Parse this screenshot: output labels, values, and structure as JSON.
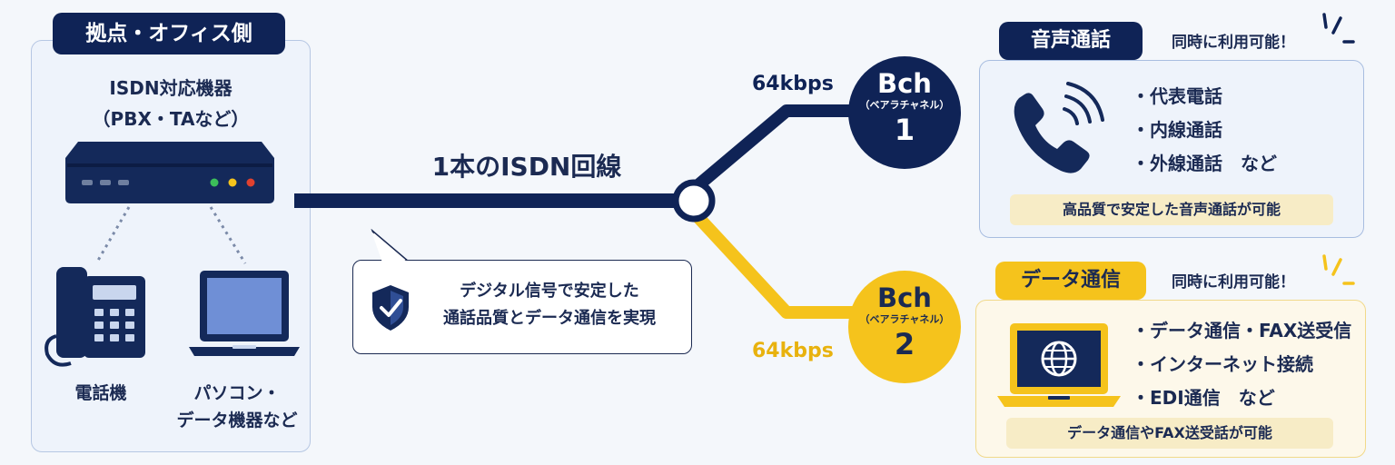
{
  "site": {
    "title": "拠点・オフィス側",
    "device_title": "ISDN対応機器",
    "device_sub": "（PBX・TAなど）",
    "phone_label": "電話機",
    "pc_label_1": "パソコン・",
    "pc_label_2": "データ機器など"
  },
  "line": {
    "label": "1本のISDN回線",
    "callout_1": "デジタル信号で安定した",
    "callout_2": "通話品質とデータ通信を実現"
  },
  "channels": {
    "b1": {
      "label": "Bch",
      "sub": "（ベアラチャネル）",
      "num": "1",
      "speed": "64kbps"
    },
    "b2": {
      "label": "Bch",
      "sub": "（ベアラチャネル）",
      "num": "2",
      "speed": "64kbps"
    }
  },
  "voice": {
    "title": "音声通話",
    "simultaneous": "同時に利用可能！",
    "items": [
      "・代表電話",
      "・内線通話",
      "・外線通話　など"
    ],
    "note": "高品質で安定した音声通話が可能"
  },
  "data": {
    "title": "データ通信",
    "simultaneous": "同時に利用可能！",
    "items": [
      "・データ通信・FAX送受信",
      "・インターネット接続",
      "・EDI通信　など"
    ],
    "note": "データ通信やFAX送受話が可能"
  },
  "colors": {
    "navy": "#0f2356",
    "yellow": "#f5c31c",
    "panel_border": "#b6c7e3"
  },
  "icons": [
    "router-icon",
    "desk-phone-icon",
    "laptop-icon",
    "shield-check-icon",
    "handset-icon",
    "globe-laptop-icon"
  ]
}
